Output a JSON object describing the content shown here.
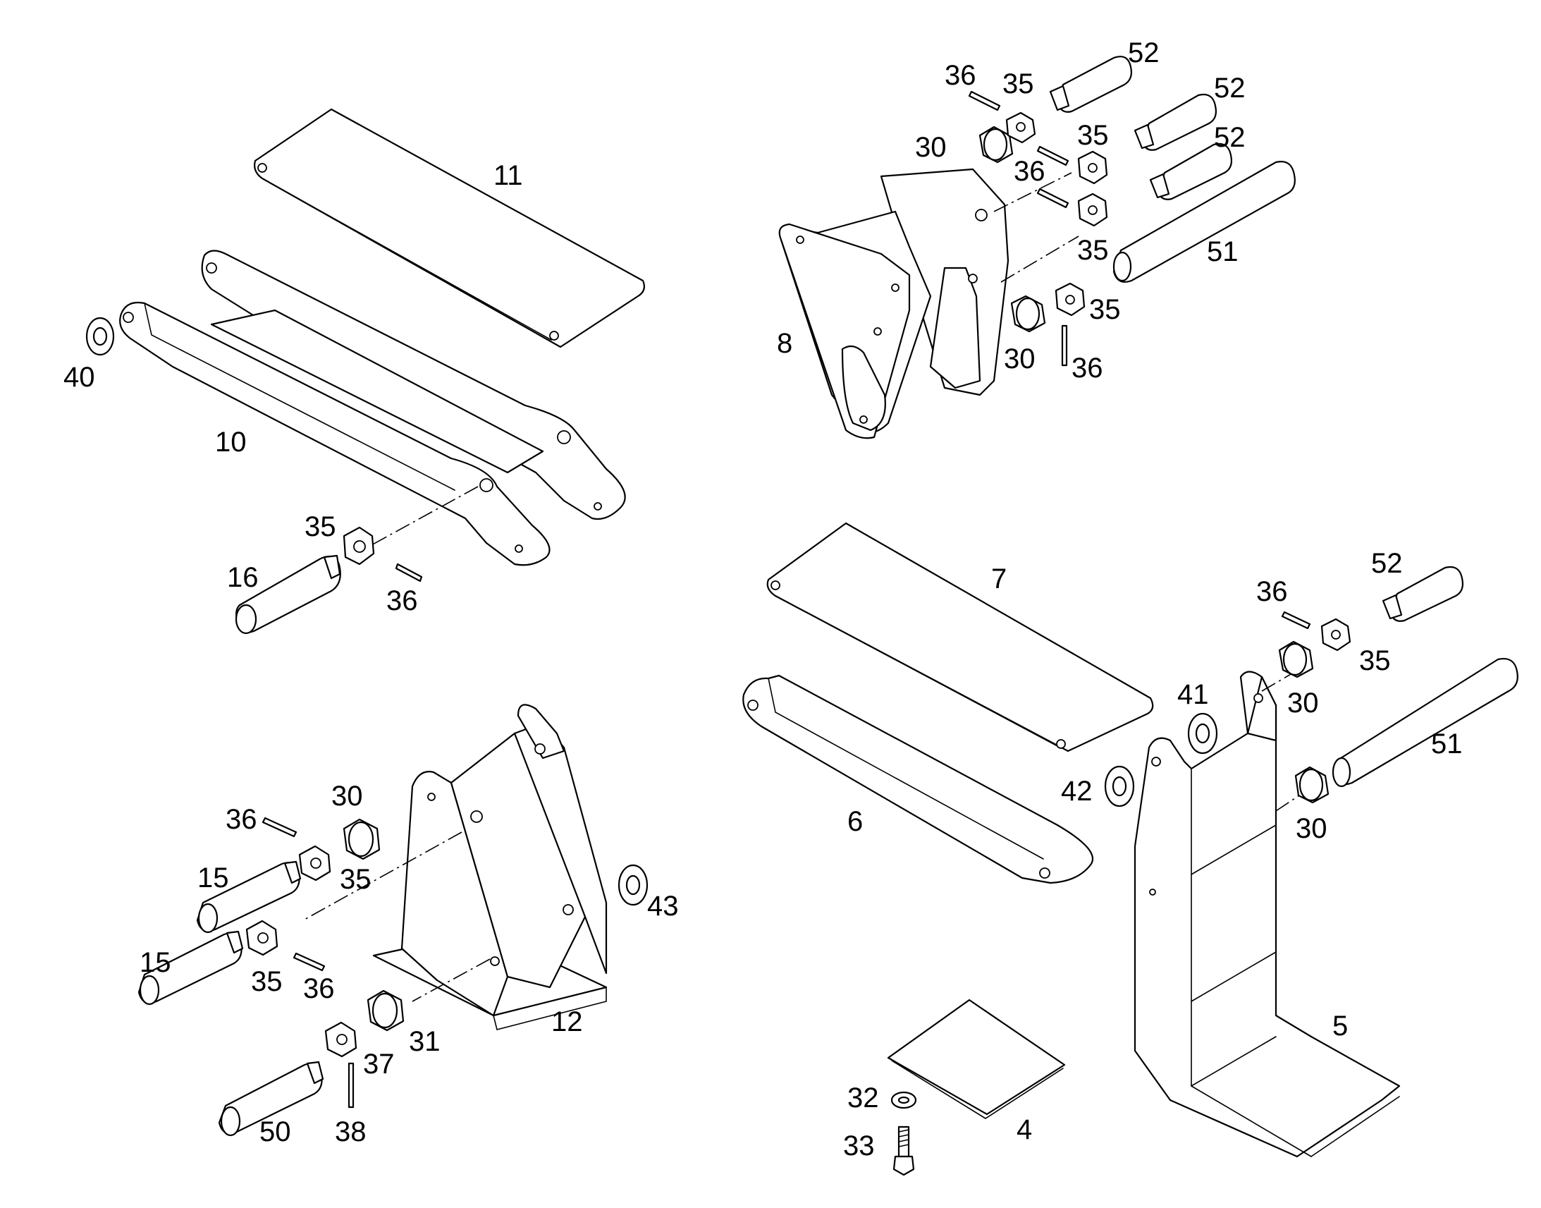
{
  "labels": {
    "l11": "11",
    "l10": "10",
    "l40": "40",
    "l35_a": "35",
    "l16": "16",
    "l36_a": "36",
    "l36_b": "36",
    "l35_b": "35",
    "l52_a": "52",
    "l52_b": "52",
    "l52_c": "52",
    "l30_a": "30",
    "l35_c": "35",
    "l36_c": "36",
    "l35_d": "35",
    "l51_a": "51",
    "l8": "8",
    "l30_b": "30",
    "l35_e": "35",
    "l36_d": "36",
    "l7": "7",
    "l6": "6",
    "l52_d": "52",
    "l36_e": "36",
    "l35_f": "35",
    "l30_c": "30",
    "l41": "41",
    "l42": "42",
    "l51_b": "51",
    "l30_d": "30",
    "l5": "5",
    "l4": "4",
    "l32": "32",
    "l33": "33",
    "l36_f": "36",
    "l30_e": "30",
    "l35_g": "35",
    "l15_a": "15",
    "l15_b": "15",
    "l35_h": "35",
    "l36_g": "36",
    "l43": "43",
    "l12": "12",
    "l31": "31",
    "l37": "37",
    "l50": "50",
    "l38": "38"
  }
}
